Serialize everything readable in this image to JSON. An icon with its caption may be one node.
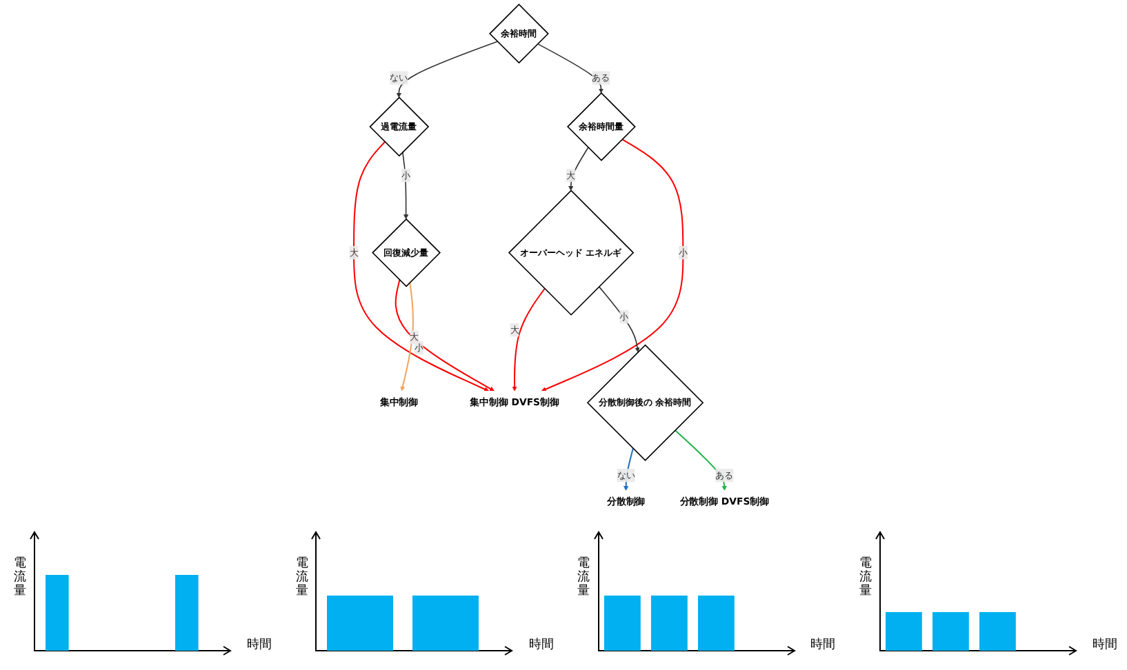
{
  "diagram": {
    "nodes": [
      {
        "text": [
          "余裕時間"
        ]
      },
      {
        "text": [
          "余裕時間量"
        ]
      },
      {
        "text": [
          "過電流量"
        ]
      },
      {
        "text": [
          "回復減少量"
        ]
      },
      {
        "text": [
          "オーバーヘッド エネルギ"
        ]
      },
      {
        "text": [
          "分散制御後の 余裕時間"
        ]
      },
      {
        "text": [
          "集中制御"
        ]
      },
      {
        "text": [
          "集中制御 DVFS制御"
        ]
      },
      {
        "text": [
          "分散制御"
        ]
      },
      {
        "text": [
          "分散制御 DVFS制御"
        ]
      }
    ],
    "edges": [
      {
        "from": 0,
        "to": 2,
        "arrow": "to",
        "label": "ない"
      },
      {
        "from": 0,
        "to": 1,
        "arrow": "to",
        "label": "ある"
      },
      {
        "from": 1,
        "to": 4,
        "arrow": "to",
        "label": "大"
      },
      {
        "from": 1,
        "to": 7,
        "arrow": "to",
        "label": "小",
        "color": "#ff0000"
      },
      {
        "from": 2,
        "to": 7,
        "arrow": "to",
        "label": "大",
        "color": "#ff0000"
      },
      {
        "from": 2,
        "to": 3,
        "arrow": "to",
        "label": "小"
      },
      {
        "from": 3,
        "to": 7,
        "arrow": "to",
        "label": "小",
        "color": "#ff0000"
      },
      {
        "from": 3,
        "to": 6,
        "arrow": "to",
        "label": "大",
        "color": "#f4a460"
      },
      {
        "from": 4,
        "to": 7,
        "arrow": "to",
        "label": "大",
        "color": "#ff0000"
      },
      {
        "from": 4,
        "to": 5,
        "arrow": "to",
        "label": "小"
      },
      {
        "from": 5,
        "to": 8,
        "arrow": "to",
        "label": "ない",
        "color": "#1f6fbf"
      },
      {
        "from": 5,
        "to": 9,
        "arrow": "to",
        "label": "ある",
        "color": "#22b14c"
      }
    ],
    "labels": [
      "電流量",
      "時間",
      "電流量",
      "時間",
      "電流量",
      "時間",
      "電流量",
      "時間"
    ]
  }
}
